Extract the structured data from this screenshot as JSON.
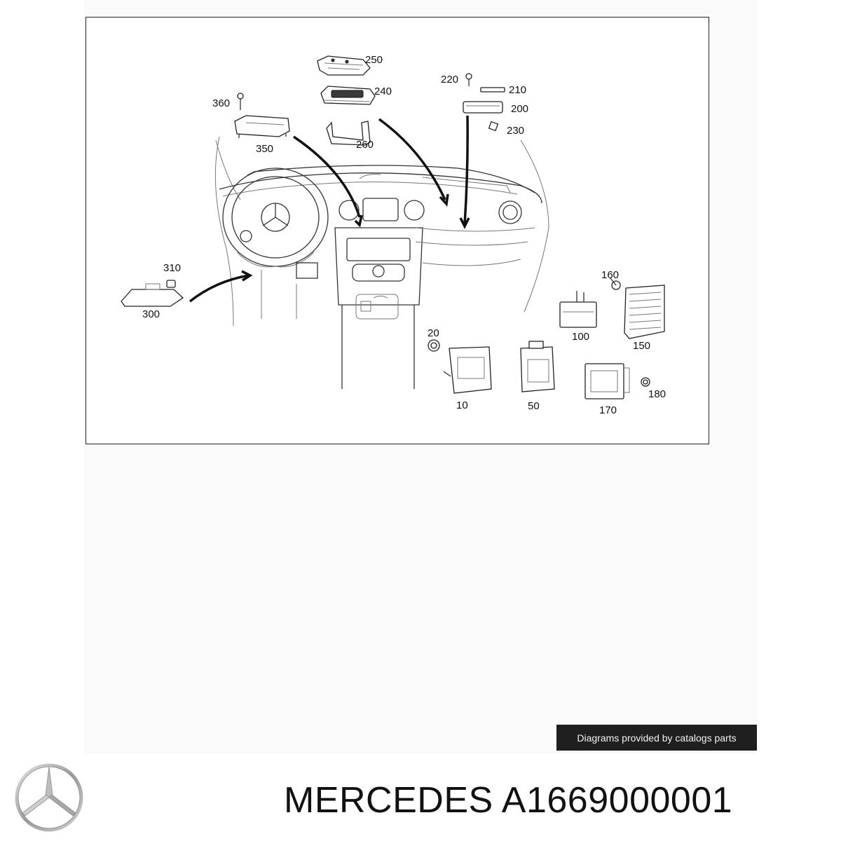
{
  "diagram": {
    "callouts": {
      "c250": "250",
      "c240": "240",
      "c260": "260",
      "c220": "220",
      "c210": "210",
      "c200": "200",
      "c230": "230",
      "c360": "360",
      "c350": "350",
      "c310": "310",
      "c300": "300",
      "c160": "160",
      "c150": "150",
      "c100": "100",
      "c20": "20",
      "c10": "10",
      "c50": "50",
      "c170": "170",
      "c180": "180"
    }
  },
  "credit": {
    "text": "Diagrams provided by catalogs parts"
  },
  "footer": {
    "logo_icon": "mercedes-star-icon",
    "title": "MERCEDES A1669000001"
  }
}
